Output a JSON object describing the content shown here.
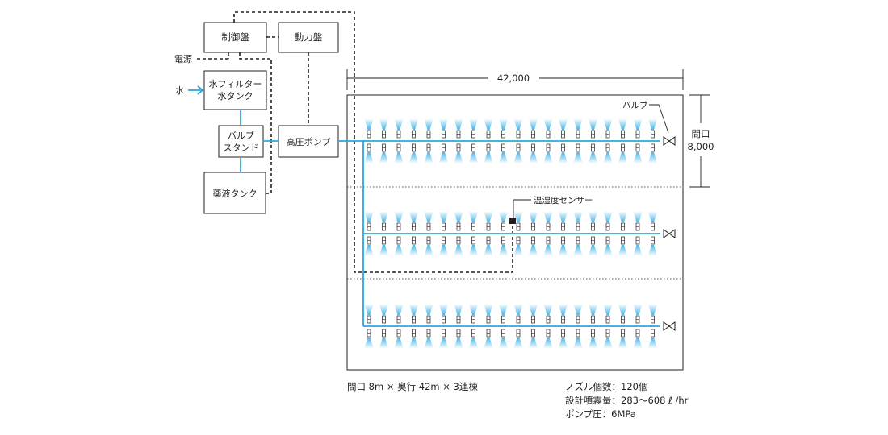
{
  "blocks": {
    "control_panel": "制御盤",
    "power_panel": "動力盤",
    "filter_tank_line1": "水フィルター",
    "filter_tank_line2": "水タンク",
    "valve_stand_line1": "バルブ",
    "valve_stand_line2": "スタンド",
    "hp_pump": "高圧ポンプ",
    "chemical_tank": "薬液タンク"
  },
  "inputs": {
    "power_source": "電源",
    "water": "水"
  },
  "dimensions": {
    "depth": "42,000",
    "width_label": "間口",
    "width_value": "8,000"
  },
  "callouts": {
    "valve": "バルブ",
    "sensor": "温湿度センサー"
  },
  "layout_info": {
    "rows": 3,
    "nozzles_per_row": 20,
    "pipe_color": "#29a8e0",
    "spray_color": "#29a8e0"
  },
  "notes": {
    "greenhouse": "間口 8m × 奥行 42m × 3連棟",
    "nozzle_count": "ノズル個数：120個",
    "spray_amount": "設計噴霧量：283～608 ℓ /hr",
    "pump_pressure": "ポンプ圧：6MPa"
  }
}
